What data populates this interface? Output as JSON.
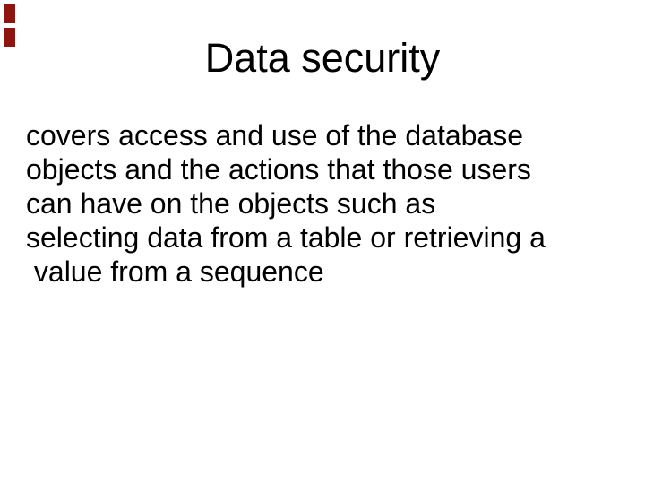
{
  "slide": {
    "title": "Data security",
    "body_lines": [
      "covers access and use of the database",
      "objects and the actions that those users",
      "can have on the objects such as",
      "selecting data from a table or retrieving a",
      " value from a sequence"
    ]
  },
  "colors": {
    "background": "#ffffff",
    "text": "#000000",
    "accent_red": "#8e1410"
  }
}
